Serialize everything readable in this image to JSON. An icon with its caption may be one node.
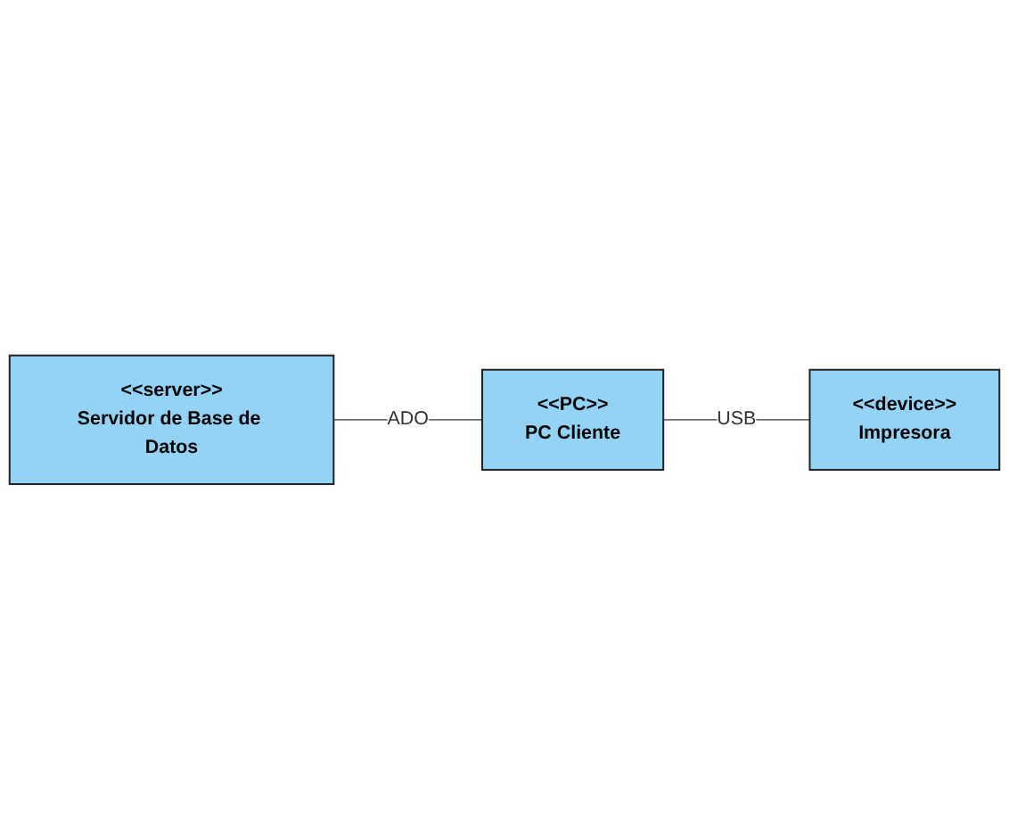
{
  "diagram": {
    "nodes": [
      {
        "text": [
          "<<server>>",
          "Servidor de Base de Datos"
        ]
      },
      {
        "text": [
          "<<PC>>",
          "PC Cliente"
        ]
      },
      {
        "text": [
          "<<device>>",
          "Impresora"
        ]
      }
    ],
    "edges": [
      {
        "from": 0,
        "to": 1,
        "arrow": "none",
        "label": "ADO"
      },
      {
        "from": 1,
        "to": 2,
        "arrow": "none",
        "label": "USB"
      }
    ]
  }
}
